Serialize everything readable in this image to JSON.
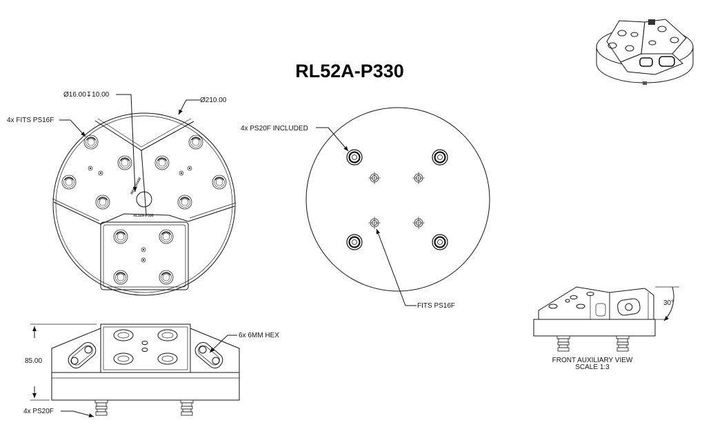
{
  "title": "RL52A-P330",
  "top_view": {
    "callout_bore": "Ø16.00↧10.00",
    "callout_diameter": "Ø210.00",
    "callout_fits": "4x FITS PS16F",
    "engraving_part": "RL52A-P330",
    "engraving_brand": "RENISHAW"
  },
  "bottom_view": {
    "callout_included": "4x PS20F INCLUDED",
    "callout_fits": "FITS PS16F"
  },
  "side_view": {
    "callout_hex": "6x 6MM HEX",
    "callout_height": "85.00",
    "callout_pins": "4x PS20F"
  },
  "aux_view": {
    "angle": "30°",
    "caption_line1": "FRONT AUXILIARY VIEW",
    "caption_line2": "SCALE 1:3"
  }
}
